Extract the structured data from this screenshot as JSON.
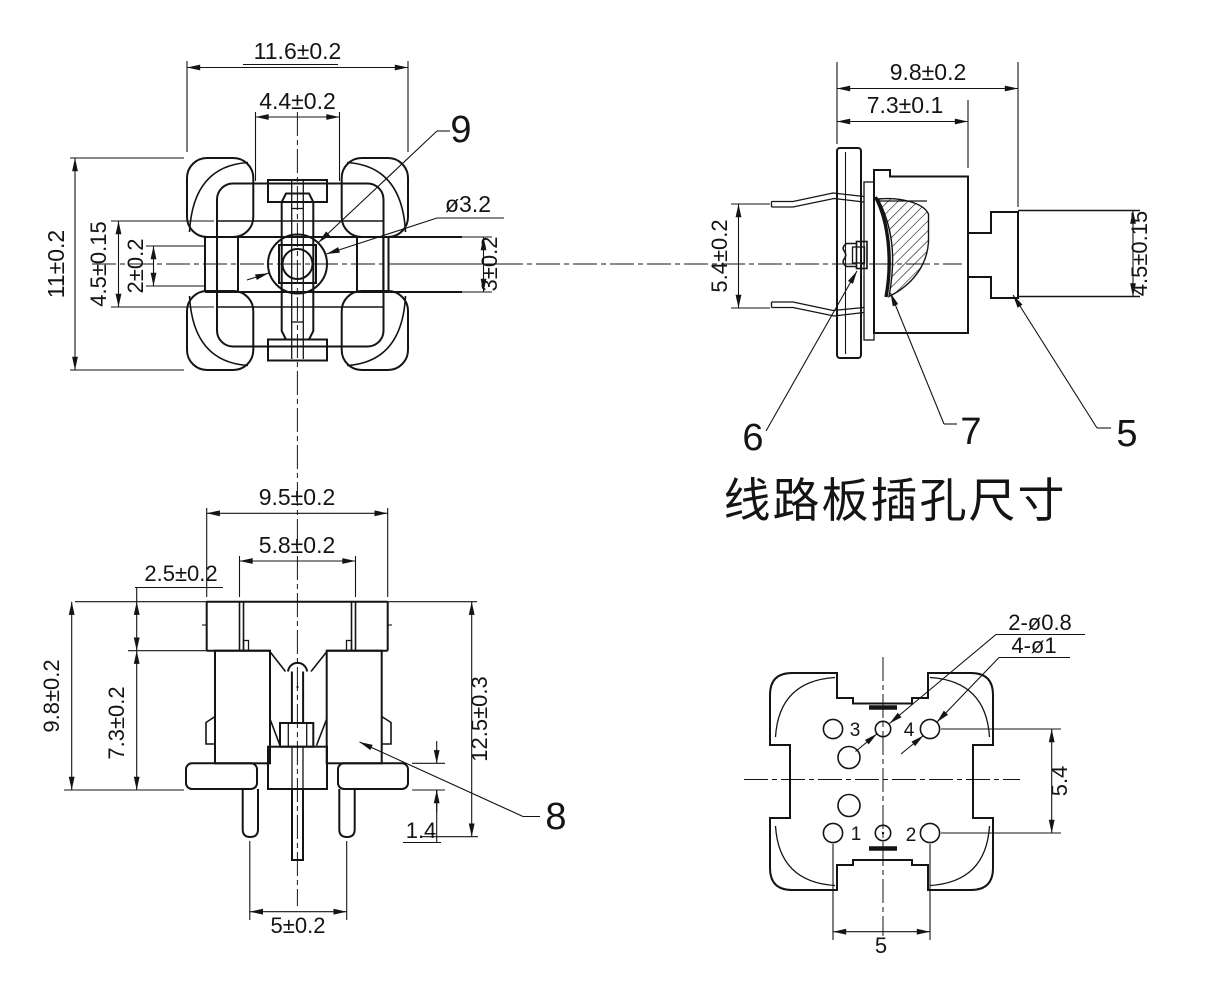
{
  "section_title": "线路板插孔尺寸",
  "top_view": {
    "dim_overall_width": "11.6±0.2",
    "dim_slot_width": "4.4±0.2",
    "dim_overall_height": "11±0.2",
    "dim_window_height": "4.5±0.15",
    "dim_tab_height": "2±0.2",
    "dim_shaft_height": "3±0.2",
    "dim_hole_diameter": "ø3.2",
    "callout_rotor": "9"
  },
  "side_view": {
    "dim_overall_width": "9.8±0.2",
    "dim_body_width": "7.3±0.1",
    "dim_terminal_span": "5.4±0.2",
    "dim_shaft_height": "4.5±0.15",
    "callout_shaft": "5",
    "callout_contact": "6",
    "callout_element": "7"
  },
  "front_view": {
    "dim_top_width": "9.5±0.2",
    "dim_leg_span": "5.8±0.2",
    "dim_step_height": "2.5±0.2",
    "dim_body_height": "9.8±0.2",
    "dim_block_height": "7.3±0.2",
    "dim_total_height": "12.5±0.3",
    "dim_flange_thickness": "1.4",
    "dim_pin_pitch": "5±0.2",
    "callout_housing": "8"
  },
  "pcb_view": {
    "dim_small_holes": "2-ø0.8",
    "dim_large_holes": "4-ø1",
    "dim_row_spacing": "5.4",
    "dim_col_spacing": "5",
    "pin_1": "1",
    "pin_2": "2",
    "pin_3": "3",
    "pin_4": "4"
  }
}
